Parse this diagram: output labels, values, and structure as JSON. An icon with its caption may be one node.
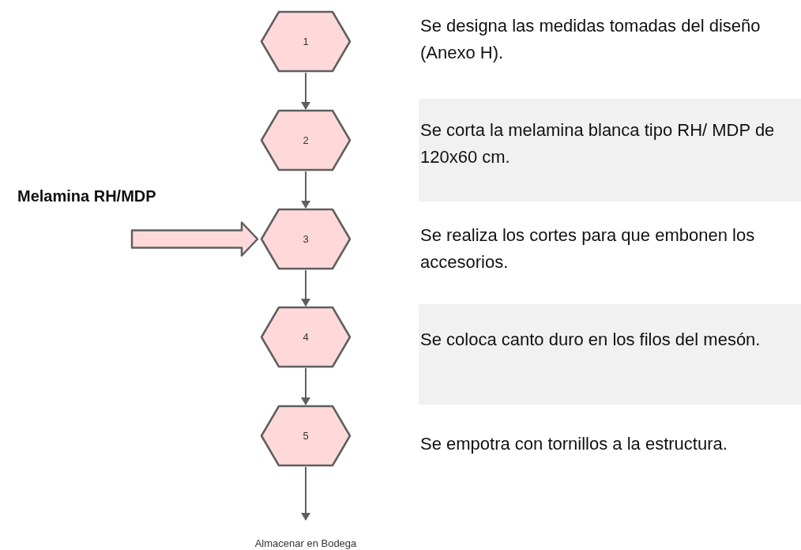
{
  "diagram": {
    "nodes": [
      {
        "text": [
          "1"
        ]
      },
      {
        "text": [
          "2"
        ]
      },
      {
        "text": [
          "3"
        ]
      },
      {
        "text": [
          "4"
        ]
      },
      {
        "text": [
          "5"
        ]
      },
      {
        "text": [
          "Almacenar en Bodega"
        ]
      }
    ],
    "edges": [
      {
        "from": 0,
        "to": 1,
        "arrow": "to"
      },
      {
        "from": 1,
        "to": 2,
        "arrow": "to"
      },
      {
        "from": null,
        "to": 2,
        "arrow": "to",
        "label": "Melamina RH/MDP",
        "style": "thick"
      },
      {
        "from": 2,
        "to": 3,
        "arrow": "to"
      },
      {
        "from": 3,
        "to": 4,
        "arrow": "to"
      },
      {
        "from": 4,
        "to": 5,
        "arrow": "to"
      }
    ],
    "labels": [
      "Se designa las medidas tomadas del diseño (Anexo H).",
      "Se corta la melamina blanca tipo RH/ MDP de 120x60 cm.",
      "Se realiza los cortes para que embonen los accesorios.",
      "Se coloca canto duro en los filos del mesón.",
      "Se empotra con tornillos a la estructura."
    ]
  }
}
